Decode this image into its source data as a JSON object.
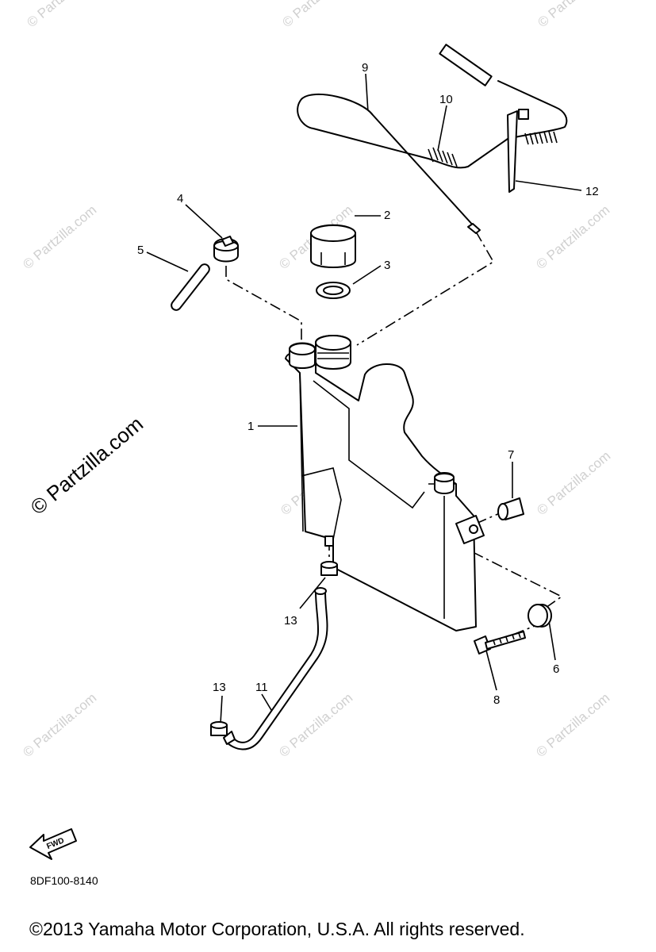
{
  "diagram": {
    "callouts": [
      "1",
      "2",
      "3",
      "4",
      "5",
      "6",
      "7",
      "8",
      "9",
      "10",
      "11",
      "12",
      "13",
      "13"
    ],
    "fwd_label": "FWD",
    "code": "8DF100-8140"
  },
  "watermark": {
    "small": "© Partzilla.com",
    "large": "© Partzilla.com"
  },
  "footer": {
    "copyright": "©2013 Yamaha Motor Corporation, U.S.A. All rights reserved."
  }
}
